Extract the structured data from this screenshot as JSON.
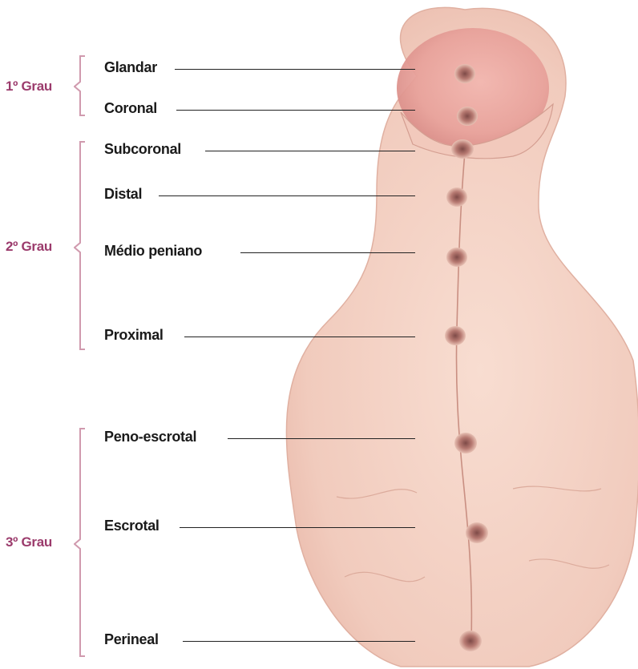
{
  "grades": [
    {
      "label": "1º Grau"
    },
    {
      "label": "2º Grau"
    },
    {
      "label": "3º Grau"
    }
  ],
  "locations": [
    {
      "label": "Glandar"
    },
    {
      "label": "Coronal"
    },
    {
      "label": "Subcoronal"
    },
    {
      "label": "Distal"
    },
    {
      "label": "Médio peniano"
    },
    {
      "label": "Proximal"
    },
    {
      "label": "Peno-escrotal"
    },
    {
      "label": "Escrotal"
    },
    {
      "label": "Perineal"
    }
  ],
  "colors": {
    "grade_text": "#9b3b6c",
    "bracket": "#d09aae",
    "label_text": "#1a1a1a",
    "skin": "#f4d3c6",
    "skin_shadow": "#e5b3a3",
    "glans": "#e9a7a0",
    "meatus": "#c98b82"
  }
}
